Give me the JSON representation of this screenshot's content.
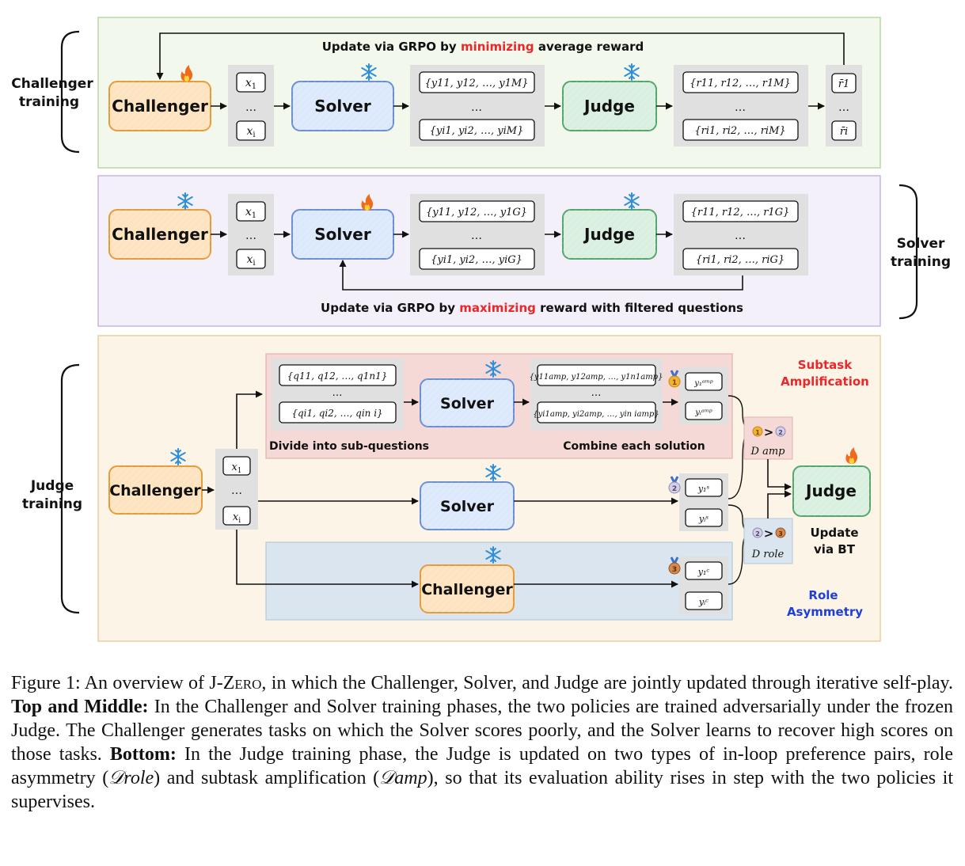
{
  "panels": {
    "challenger_training": {
      "side_label_line1": "Challenger",
      "side_label_line2": "training",
      "update_prefix": "Update via GRPO by ",
      "update_highlight": "minimizing",
      "update_suffix": " average reward",
      "challenger": "Challenger",
      "solver": "Solver",
      "judge": "Judge",
      "x_first": "x",
      "x_first_sub": "1",
      "x_last": "x",
      "x_last_sub": "i",
      "ellipsis": "…",
      "y_first": "{y11, y12, …, y1M}",
      "y_last": "{yi1, yi2, …, yiM}",
      "r_first": "{r11, r12, …, r1M}",
      "r_last": "{ri1, ri2, …, riM}",
      "rbar_first": "r̄1",
      "rbar_last": "r̄i"
    },
    "solver_training": {
      "side_label_line1": "Solver",
      "side_label_line2": "training",
      "update_prefix": "Update via GRPO by ",
      "update_highlight": "maximizing",
      "update_suffix": " reward with filtered questions",
      "challenger": "Challenger",
      "solver": "Solver",
      "judge": "Judge",
      "y_first": "{y11, y12, …, y1G}",
      "y_last": "{yi1, yi2, …, yiG}",
      "r_first": "{r11, r12, …, r1G}",
      "r_last": "{ri1, ri2, …, riG}"
    },
    "judge_training": {
      "side_label_line1": "Judge",
      "side_label_line2": "training",
      "challenger": "Challenger",
      "solver_amp": "Solver",
      "solver_mid": "Solver",
      "challenger_low": "Challenger",
      "judge": "Judge",
      "q_first": "{q11, q12, …, q1n1}",
      "q_last": "{qi1, qi2, …, qin i}",
      "yamp_first": "{y11amp, y12amp, …, y1n1amp}",
      "yamp_last": "{yi1amp, yi2amp, …, yin iamp}",
      "divide_label": "Divide into sub-questions",
      "combine_label": "Combine each solution",
      "subtask_line1": "Subtask",
      "subtask_line2": "Amplification",
      "role_line1": "Role",
      "role_line2": "Asymmetry",
      "d_amp": "D amp",
      "d_role": "D role",
      "update_line1": "Update",
      "update_line2": "via BT"
    }
  },
  "caption": {
    "figure_label": "Figure 1:",
    "intro_a": " An overview of J-",
    "intro_name": "Zero",
    "intro_b": ", in which the Challenger, Solver, and Judge are jointly updated through iterative self-play. ",
    "top_middle_bold": "Top and Middle:",
    "top_middle_text": " In the Challenger and Solver training phases, the two policies are trained adversarially under the frozen Judge. The Challenger generates tasks on which the Solver scores poorly, and the Solver learns to recover high scores on those tasks. ",
    "bottom_bold": "Bottom:",
    "bottom_text_a": " In the Judge training phase, the Judge is updated on two types of in-loop preference pairs, role asymmetry (",
    "d_role": "𝒟role",
    "bottom_text_b": ") and subtask amplification (",
    "d_amp": "𝒟amp",
    "bottom_text_c": "), so that its evaluation ability rises in step with the two policies it supervises."
  },
  "colors": {
    "challenger_fill": "#fde3bf",
    "challenger_stroke": "#e69a3a",
    "solver_fill": "#dce8fb",
    "solver_stroke": "#6a8fd4",
    "judge_fill": "#d9efe0",
    "judge_stroke": "#55a66a",
    "highlight_red": "#e8282a",
    "highlight_blue": "#1f3fd6"
  }
}
